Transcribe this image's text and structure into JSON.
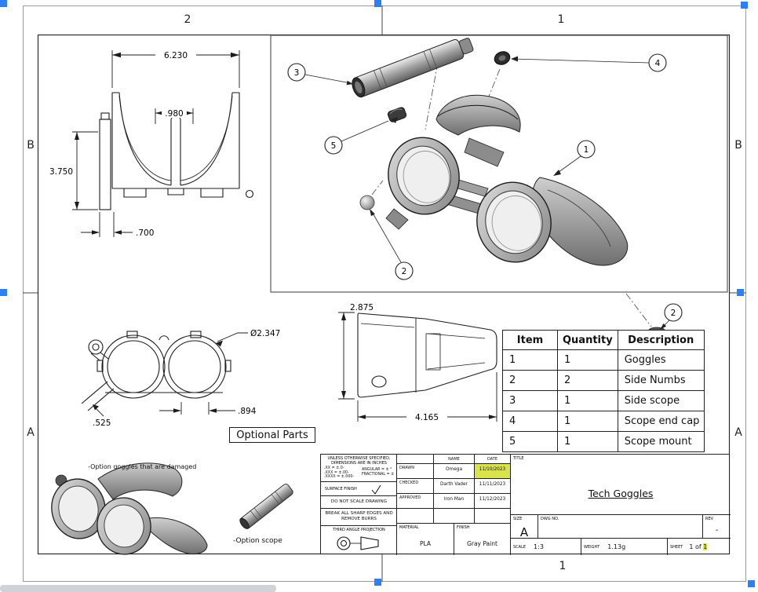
{
  "zones": {
    "top_left": "2",
    "top_right": "1",
    "bottom_right": "1",
    "left_top": "B",
    "left_bottom": "A",
    "right_top": "B",
    "right_bottom": "A"
  },
  "dimensions": {
    "front_width": "6.230",
    "front_slot": ".980",
    "front_height": "3.750",
    "front_tab": ".700",
    "lens_diameter": "Ø2.347",
    "scope_offset": ".525",
    "lens_spacing": ".894",
    "side_height": "2.875",
    "side_length": "4.165"
  },
  "balloons": {
    "b1": "1",
    "b2a": "2",
    "b2b": "2",
    "b3": "3",
    "b4": "4",
    "b5": "5"
  },
  "bom": {
    "headers": [
      "Item",
      "Quantity",
      "Description"
    ],
    "rows": [
      {
        "item": "1",
        "qty": "1",
        "desc": "Goggles"
      },
      {
        "item": "2",
        "qty": "2",
        "desc": "Side Numbs"
      },
      {
        "item": "3",
        "qty": "1",
        "desc": "Side scope"
      },
      {
        "item": "4",
        "qty": "1",
        "desc": "Scope end cap"
      },
      {
        "item": "5",
        "qty": "1",
        "desc": "Scope mount"
      }
    ]
  },
  "optional": {
    "label": "Optional Parts",
    "goggles_note": "-Option goggles that are damaged",
    "scope_note": "-Option scope"
  },
  "title_block": {
    "spec_line1": "UNLESS OTHERWISE SPECIFIED,",
    "spec_line2": "DIMENSIONS ARE IN INCHES",
    "tol_xx": ".XX = ±.0-",
    "tol_xxx": ".XXX = ±.00-",
    "tol_xxxx": ".XXXX = ±.000-",
    "tol_angular": "ANGULAR = ± °",
    "tol_fractional": "FRACTIONAL = ±",
    "surface_finish": "SURFACE FINISH",
    "do_not_scale": "DO NOT SCALE DRAWING",
    "deburr_line1": "BREAK ALL SHARP EDGES AND",
    "deburr_line2": "REMOVE BURRS",
    "projection": "THIRD ANGLE PROJECTION",
    "name_header": "NAME",
    "date_header": "DATE",
    "drawn_label": "DRAWN",
    "drawn_name": "Omega",
    "drawn_date": "11/10/2023",
    "checked_label": "CHECKED",
    "checked_name": "Darth Vader",
    "checked_date": "11/11/2023",
    "approved_label": "APPROVED",
    "approved_name": "Iron Man",
    "approved_date": "11/12/2023",
    "material_label": "MATERIAL",
    "material_value": "PLA",
    "finish_label": "FINISH",
    "finish_value": "Gray Paint",
    "title_label": "TITLE",
    "title_value": "Tech Goggles",
    "size_label": "SIZE",
    "size_value": "A",
    "dwg_no_label": "DWG NO.",
    "rev_label": "REV",
    "rev_value": "-",
    "scale_label": "SCALE",
    "scale_value": "1:3",
    "weight_label": "WEIGHT",
    "weight_value": "1.13g",
    "sheet_label": "SHEET",
    "sheet_value_prefix": "1 of ",
    "sheet_value_highlight": "1"
  },
  "colors": {
    "selection_handle": "#2d7ff5",
    "field_highlight": "#d9e44c",
    "line": "#1c1c1c"
  }
}
